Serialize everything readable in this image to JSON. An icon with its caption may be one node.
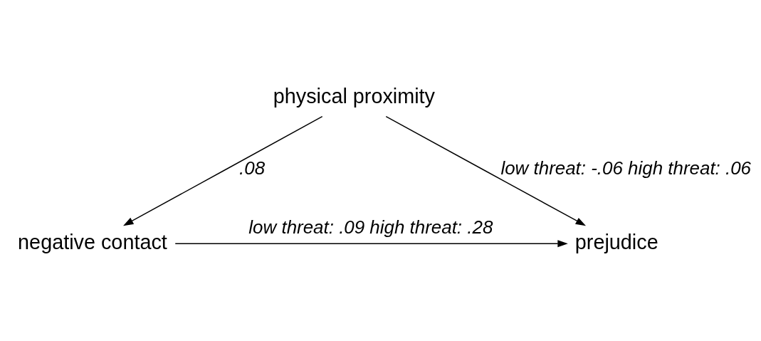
{
  "diagram": {
    "nodes": [
      {
        "text": [
          "physical proximity"
        ]
      },
      {
        "text": [
          "negative contact"
        ]
      },
      {
        "text": [
          "prejudice"
        ]
      }
    ],
    "edges": [
      {
        "from": 0,
        "to": 1,
        "arrow": "to",
        "label": ".08"
      },
      {
        "from": 0,
        "to": 2,
        "arrow": "to",
        "label": "low threat: -.06 high threat: .06"
      },
      {
        "from": 1,
        "to": 2,
        "arrow": "to",
        "label": "low threat: .09 high threat: .28"
      }
    ]
  }
}
